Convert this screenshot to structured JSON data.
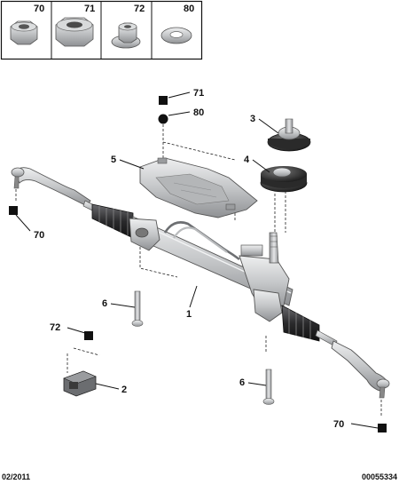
{
  "legend_items": [
    {
      "ref": "70",
      "part": "nut-small"
    },
    {
      "ref": "71",
      "part": "nut-large"
    },
    {
      "ref": "72",
      "part": "flange-nut"
    },
    {
      "ref": "80",
      "part": "washer"
    }
  ],
  "callouts": {
    "c71": "71",
    "c80": "80",
    "c3": "3",
    "c4": "4",
    "c5": "5",
    "c70a": "70",
    "c6a": "6",
    "c1": "1",
    "c72": "72",
    "c2": "2",
    "c6b": "6",
    "c70b": "70"
  },
  "footer": {
    "date": "02/2011",
    "code": "00055334"
  },
  "colors": {
    "metal": "#c9cbcd",
    "metal_dark": "#8a8c8f",
    "boot": "#2e2e30",
    "line": "#111111"
  }
}
